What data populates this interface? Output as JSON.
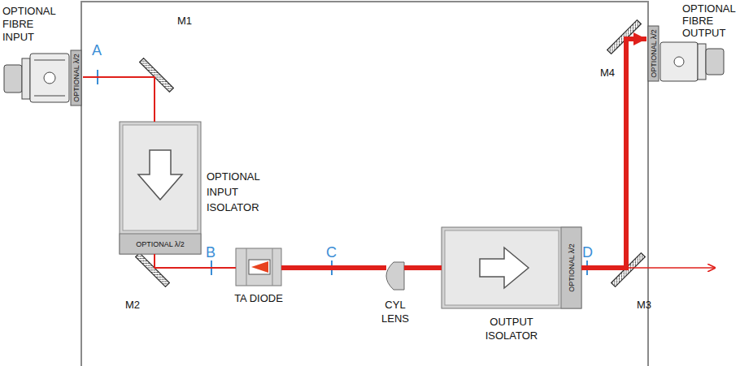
{
  "diagram": {
    "nodes": [
      {
        "text": [
          "OPTIONAL FIBRE INPUT",
          "OPTIONAL λ/2"
        ]
      },
      {
        "text": [
          "OPTIONAL INPUT ISOLATOR",
          "OPTIONAL λ/2"
        ]
      },
      {
        "text": [
          "TA DIODE"
        ]
      },
      {
        "text": [
          "CYL LENS"
        ]
      },
      {
        "text": [
          "OUTPUT ISOLATOR",
          "OPTIONAL λ/2"
        ]
      },
      {
        "text": [
          "OPTIONAL FIBRE OUTPUT",
          "OPTIONAL λ/2"
        ]
      }
    ],
    "edges": [
      {
        "from": 0,
        "to": 1,
        "arrow": "none"
      },
      {
        "from": 1,
        "to": 2,
        "arrow": "none"
      },
      {
        "from": 2,
        "to": 3,
        "arrow": "none"
      },
      {
        "from": 3,
        "to": 4,
        "arrow": "none"
      },
      {
        "from": 4,
        "to": 5,
        "arrow": "to"
      }
    ],
    "labels": [
      "A",
      "M1",
      "M4",
      "B",
      "C",
      "D",
      "M2",
      "M3"
    ]
  }
}
